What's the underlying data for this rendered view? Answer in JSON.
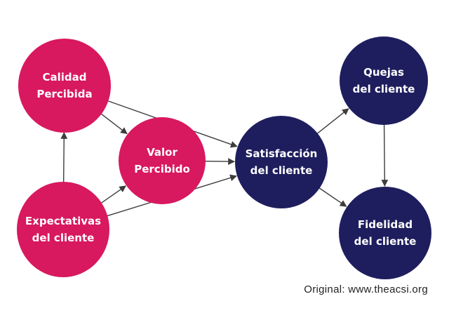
{
  "diagram": {
    "nodes": {
      "calidad": "Calidad\nPercibida",
      "expectativas": "Expectativas\ndel cliente",
      "valor": "Valor\nPercibido",
      "satisfaccion": "Satisfacción\ndel cliente",
      "quejas": "Quejas\ndel cliente",
      "fidelidad": "Fidelidad\ndel cliente"
    },
    "edges": [
      {
        "from": "calidad",
        "to": "valor"
      },
      {
        "from": "calidad",
        "to": "satisfaccion"
      },
      {
        "from": "expectativas",
        "to": "calidad"
      },
      {
        "from": "expectativas",
        "to": "valor"
      },
      {
        "from": "expectativas",
        "to": "satisfaccion"
      },
      {
        "from": "valor",
        "to": "satisfaccion"
      },
      {
        "from": "satisfaccion",
        "to": "quejas"
      },
      {
        "from": "satisfaccion",
        "to": "fidelidad"
      },
      {
        "from": "quejas",
        "to": "fidelidad"
      }
    ],
    "colors": {
      "pink": "#d8185f",
      "navy": "#1e1e5e",
      "arrow": "#3d3d3d"
    }
  },
  "source_text": "Original: www.theacsi.org"
}
